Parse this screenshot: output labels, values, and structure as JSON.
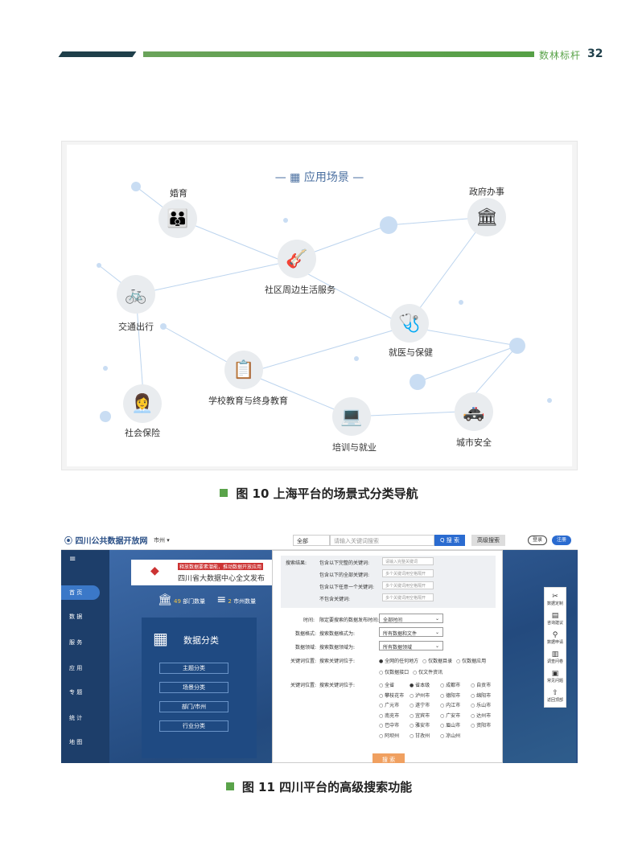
{
  "header": {
    "section_title": "数林标杆",
    "page_number": "32"
  },
  "figure10": {
    "panel_title": "应用场景",
    "nodes": [
      {
        "label": "婚育",
        "icon": "family-icon"
      },
      {
        "label": "政府办事",
        "icon": "government-icon"
      },
      {
        "label": "社区周边生活服务",
        "icon": "community-icon"
      },
      {
        "label": "交通出行",
        "icon": "bicycle-icon"
      },
      {
        "label": "就医与保健",
        "icon": "medical-icon"
      },
      {
        "label": "学校教育与终身教育",
        "icon": "education-icon"
      },
      {
        "label": "社会保险",
        "icon": "insurance-icon"
      },
      {
        "label": "培训与就业",
        "icon": "training-icon"
      },
      {
        "label": "城市安全",
        "icon": "police-car-icon"
      }
    ],
    "caption": "图 10 上海平台的场景式分类导航"
  },
  "figure11": {
    "site_name": "四川公共数据开放网",
    "city": "市州 ▾",
    "search_scope": "全部",
    "search_placeholder": "请输入关键词搜索",
    "search_button": "Q 搜 索",
    "advanced_button": "高级搜索",
    "login": "登录",
    "register": "注册",
    "sidebar": [
      "首 页",
      "数 据",
      "服 务",
      "应 用",
      "专 题",
      "统 计",
      "地 图"
    ],
    "banner_tag": "释放数据要素潜能，推动数据开放应用",
    "banner_title": "四川省大数据中心全文发布",
    "stats": [
      {
        "value": "49",
        "label": "部门数量"
      },
      {
        "value": "2",
        "label": "市州数量"
      }
    ],
    "category_title": "数据分类",
    "categories": [
      "主题分类",
      "场景分类",
      "部门/市州",
      "行业分类"
    ],
    "adv": {
      "result_label": "搜索结果:",
      "rows": [
        {
          "label": "包含以下完整的关键词:",
          "placeholder": "请输入完整关键词"
        },
        {
          "label": "包含以下的全部关键词:",
          "placeholder": "多个关键词用空格隔开"
        },
        {
          "label": "包含以下任意一个关键词:",
          "placeholder": "多个关键词用空格隔开"
        },
        {
          "label": "不包含关键词:",
          "placeholder": "多个关键词用空格隔开"
        }
      ],
      "time_label": "时间:",
      "time_desc": "限定要搜索的数据发布时间:",
      "time_value": "全部时间",
      "format_label": "数据格式:",
      "format_desc": "搜索数据格式为:",
      "format_value": "所有数据和文件",
      "domain_label": "数据领域:",
      "domain_desc": "搜索数据领域为:",
      "domain_value": "所有数据领域",
      "kwpos_label": "关键词位置:",
      "kwpos_desc": "搜索关键词位于:",
      "kwpos_options": [
        "● 全网的任何地方",
        "○ 仅数据目录",
        "○ 仅数据应用",
        "○ 仅数据接口",
        "○ 仅文件资讯"
      ],
      "region_label": "关键词位置:",
      "region_desc": "搜索关键词位于:",
      "regions": [
        "○ 全省",
        "● 省本级",
        "○ 成都市",
        "○ 自贡市",
        "○ 攀枝花市",
        "○ 泸州市",
        "○ 德阳市",
        "○ 绵阳市",
        "○ 广元市",
        "○ 遂宁市",
        "○ 内江市",
        "○ 乐山市",
        "○ 南充市",
        "○ 宜宾市",
        "○ 广安市",
        "○ 达州市",
        "○ 巴中市",
        "○ 雅安市",
        "○ 眉山市",
        "○ 资阳市",
        "○ 阿坝州",
        "○ 甘孜州",
        "○ 凉山州"
      ],
      "search": "搜 索"
    },
    "right_tools": [
      "数据定制",
      "咨询建议",
      "数据申请",
      "调查问卷",
      "常见问题",
      "返回顶部"
    ],
    "caption": "图 11 四川平台的高级搜索功能"
  }
}
